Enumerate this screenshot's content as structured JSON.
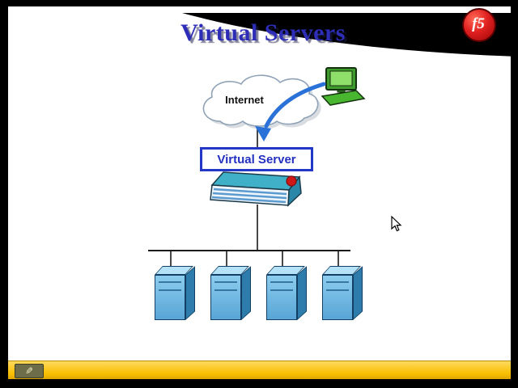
{
  "slide": {
    "title": "Virtual Servers"
  },
  "logo": {
    "text": "f5",
    "color": "#e02020"
  },
  "diagram": {
    "internet_label": "Internet",
    "virtual_server_label": "Virtual Server",
    "server_count": 4,
    "colors": {
      "arrow_blue": "#2b72d8",
      "vs_box_border": "#2438c8",
      "tower_blue": "#58a5d6",
      "appliance_teal": "#3fb0c8",
      "connector_line": "#1a1a1a"
    }
  },
  "toolbar": {
    "bar_color": "#f7bf00"
  },
  "icons": {
    "logo": "f5-ball-logo",
    "cloud": "internet-cloud-icon",
    "workstation": "client-workstation-icon",
    "appliance": "bigip-appliance-icon",
    "pen": "annotation-pen-icon",
    "cursor": "mouse-arrow-icon"
  }
}
